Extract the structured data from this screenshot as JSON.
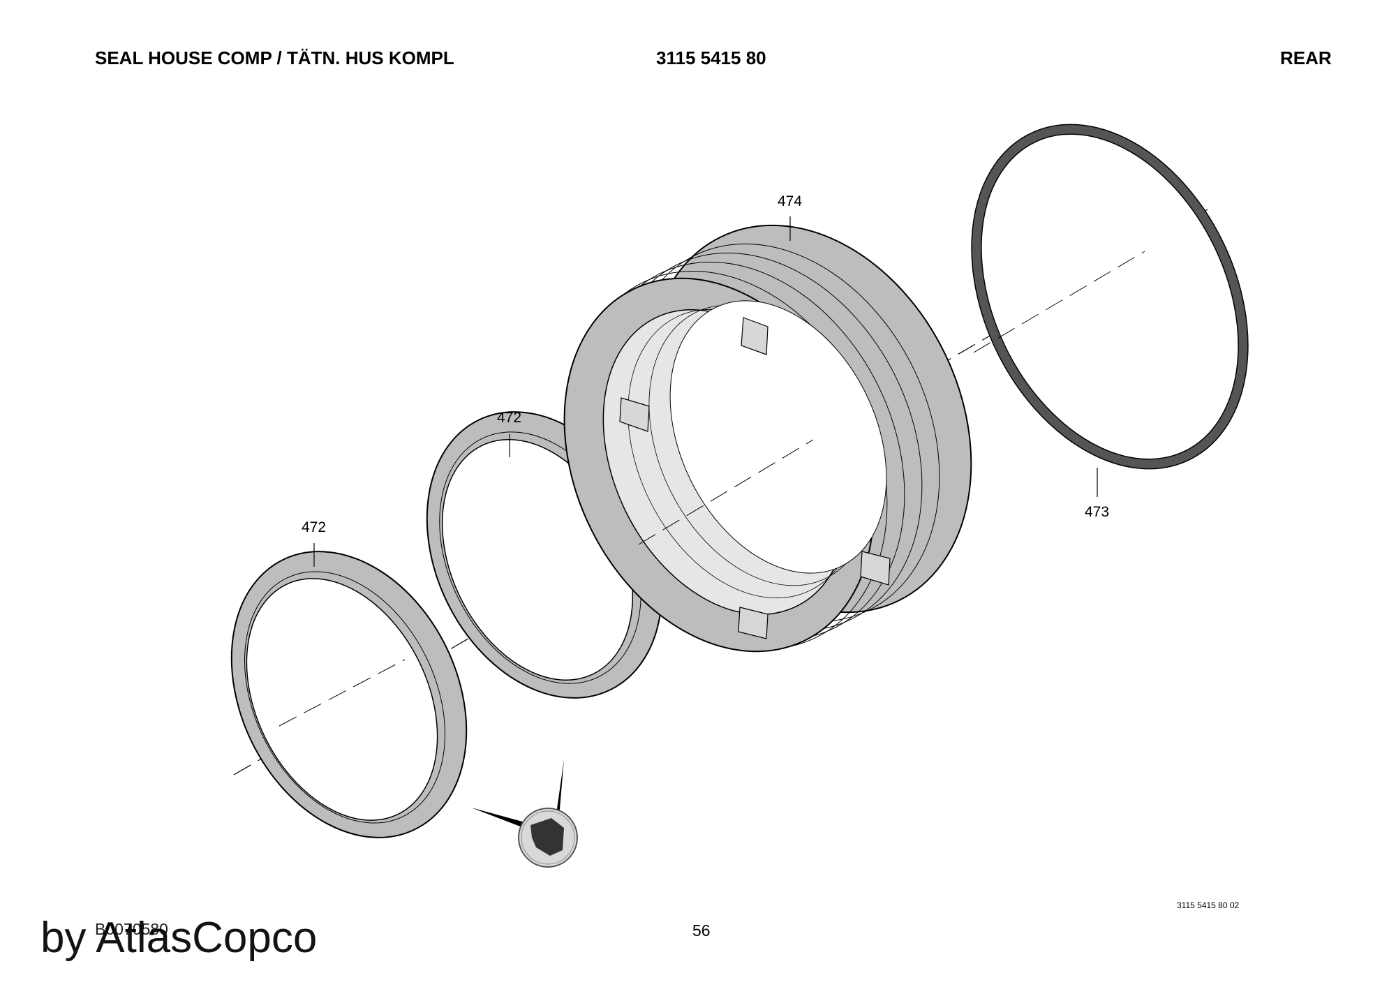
{
  "header": {
    "title": "SEAL HOUSE COMP / TÄTN. HUS KOMPL",
    "part_number": "3115 5415 80",
    "position": "REAR"
  },
  "callouts": {
    "seal_house": "474",
    "seal_ring_front": "472",
    "seal_ring_rear": "472",
    "o_ring": "473"
  },
  "footer": {
    "drawing_id": "3115 5415 80 02",
    "page_number": "56",
    "doc_number": "B0070580",
    "watermark": "by AtlasCopco"
  },
  "colors": {
    "part_fill": "#bdbdbd",
    "inner_fill": "#e6e6e6",
    "o_ring_fill": "#555555",
    "line": "#000000"
  },
  "icons": {
    "tool_symbol": "press-fit-tool-icon"
  }
}
